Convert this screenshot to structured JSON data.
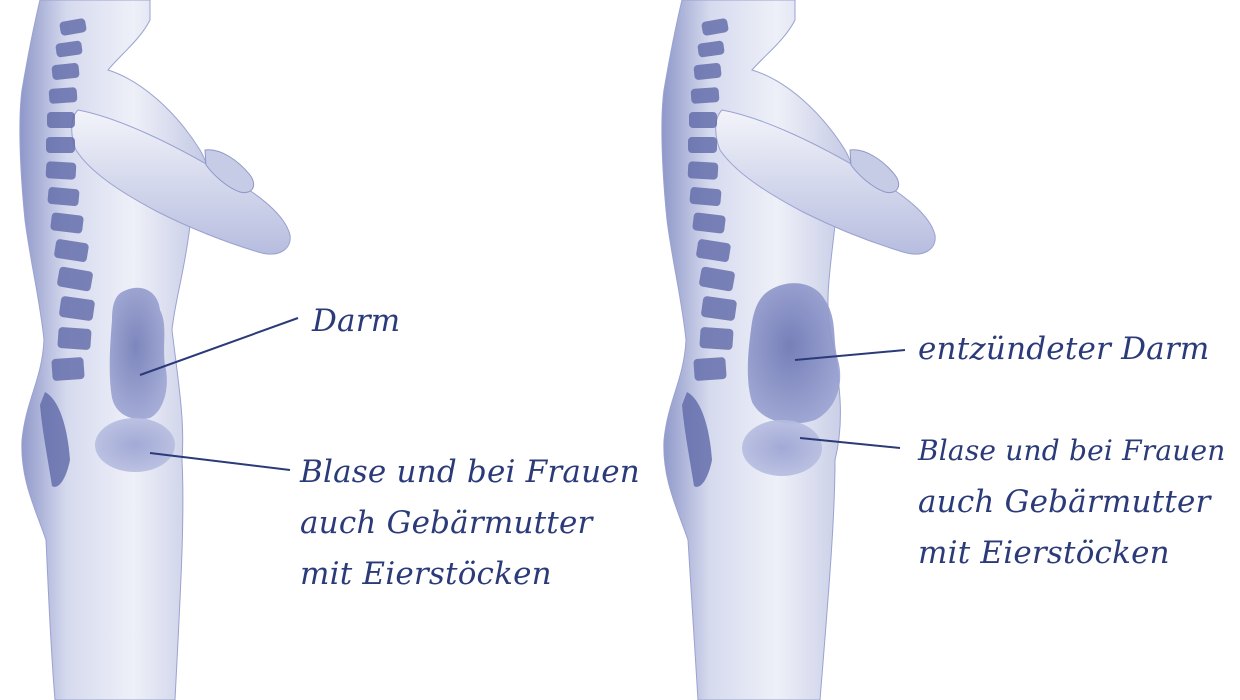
{
  "colors": {
    "ink": "#2b3a78",
    "body_light": "#e4e6f4",
    "body_mid": "#b9bfe0",
    "body_dark": "#6f79b4",
    "organ": "#7d88c2",
    "organ_inflamed": "#6873b2"
  },
  "left_panel": {
    "label_intestine": "Darm",
    "label_bladder": [
      "Blase und bei Frauen",
      "auch Gebärmutter",
      "mit Eierstöcken"
    ]
  },
  "right_panel": {
    "label_intestine": "entzündeter Darm",
    "label_bladder": [
      "Blase und bei Frauen",
      "auch Gebärmutter",
      "mit Eierstöcken"
    ]
  }
}
